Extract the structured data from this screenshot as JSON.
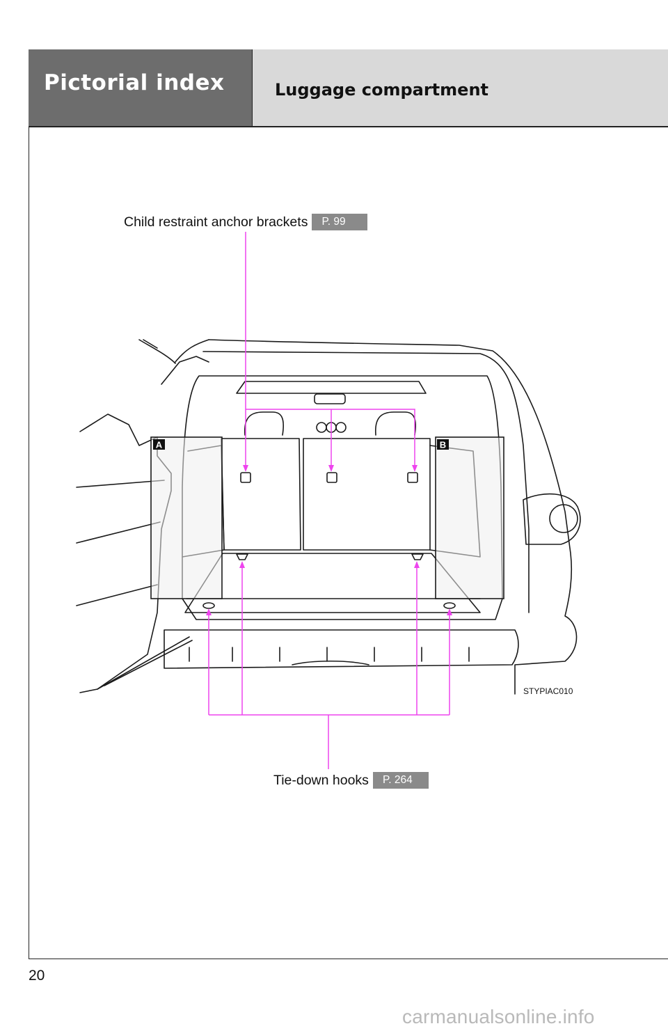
{
  "header": {
    "section_title": "Pictorial index",
    "page_heading": "Luggage compartment"
  },
  "callouts": {
    "anchor": {
      "label": "Child restraint anchor brackets",
      "ref": "P. 99"
    },
    "hooks": {
      "label": "Tie-down hooks",
      "ref": "P. 264"
    }
  },
  "illustration": {
    "code": "STYPIAC010",
    "inset_a": "A",
    "inset_b": "B"
  },
  "page_number": "20",
  "watermark": "carmanualsonline.info",
  "colors": {
    "leader": "#ee44ee",
    "header_dark": "#6d6d6d",
    "header_light": "#d9d9d9",
    "ref_badge": "#8a8a8a"
  }
}
